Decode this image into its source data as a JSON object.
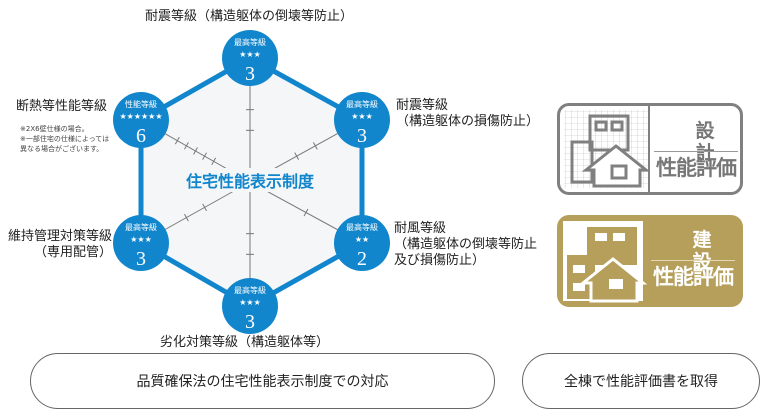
{
  "center_title": "住宅性能表示制度",
  "colors": {
    "accent": "#1286cc",
    "fill": "#f4f6f8",
    "gray_badge": "#808080",
    "gold_badge": "#b59f5b"
  },
  "nodes": [
    {
      "heading": "最高等級",
      "stars": "★★★",
      "grade": "3",
      "label": [
        "耐震等級（構造躯体の倒壊等防止）"
      ]
    },
    {
      "heading": "最高等級",
      "stars": "★★★",
      "grade": "3",
      "label": [
        "耐震等級",
        "（構造躯体の損傷防止）"
      ]
    },
    {
      "heading": "最高等級",
      "stars": "★★",
      "grade": "2",
      "label": [
        "耐風等級",
        "（構造躯体の倒壊等防止",
        "及び損傷防止）"
      ]
    },
    {
      "heading": "最高等級",
      "stars": "★★★",
      "grade": "3",
      "label": [
        "劣化対策等級（構造躯体等）"
      ]
    },
    {
      "heading": "最高等級",
      "stars": "★★★",
      "grade": "3",
      "label": [
        "維持管理対策等級",
        "（専用配管）"
      ]
    },
    {
      "heading": "性能等級",
      "stars": "★★★★★★",
      "grade": "6",
      "label": [
        "断熱等性能等級"
      ]
    }
  ],
  "note": [
    "※2X6壁仕様の場合。",
    "※一部住宅の仕様によっては",
    "異なる場合がございます。"
  ],
  "badges": [
    {
      "top": "設計",
      "bottom": "性能評価"
    },
    {
      "top": "建設",
      "bottom": "性能評価"
    }
  ],
  "footer": {
    "left": "品質確保法の住宅性能表示制度での対応",
    "right": "全棟で性能評価書を取得"
  }
}
